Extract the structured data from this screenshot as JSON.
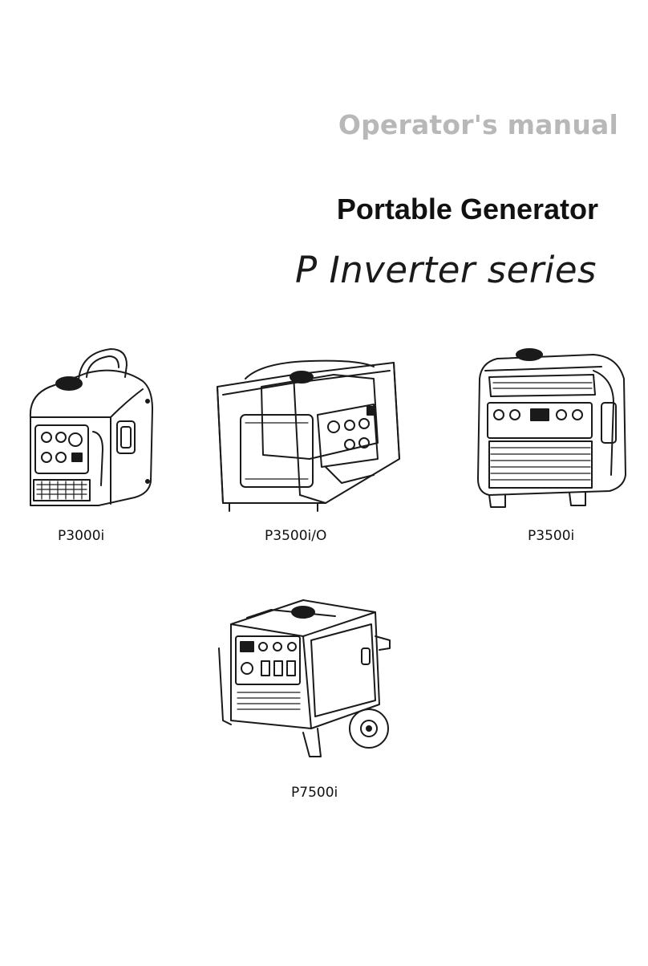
{
  "cover": {
    "doc_label": "Operator's manual",
    "title": "Portable Generator",
    "series": "P Inverter series"
  },
  "models": [
    {
      "label": "P3000i",
      "icon": "compact-inverter-generator"
    },
    {
      "label": "P3500i/O",
      "icon": "open-frame-inverter-generator"
    },
    {
      "label": "P3500i",
      "icon": "enclosed-inverter-generator"
    },
    {
      "label": "P7500i",
      "icon": "wheeled-inverter-generator"
    }
  ]
}
